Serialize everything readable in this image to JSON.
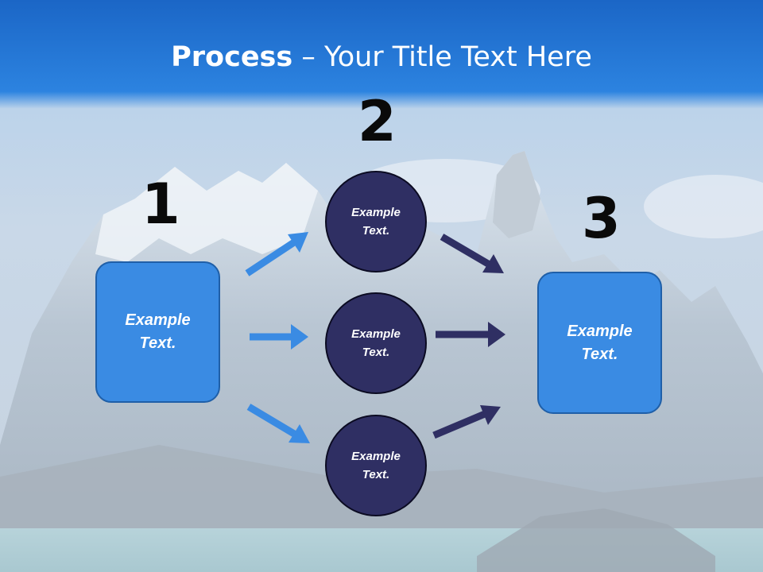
{
  "slide": {
    "title_bold": "Process",
    "title_rest": " – Your Title Text Here",
    "numbers": [
      "1",
      "2",
      "3"
    ],
    "left_box": {
      "line1": "Example",
      "line2": "Text."
    },
    "right_box": {
      "line1": "Example",
      "line2": "Text."
    },
    "circles": [
      {
        "line1": "Example",
        "line2": "Text."
      },
      {
        "line1": "Example",
        "line2": "Text."
      },
      {
        "line1": "Example",
        "line2": "Text."
      }
    ]
  },
  "colors": {
    "header_blue": "#1f73d4",
    "box_fill": "#3a8be3",
    "circle_fill": "#2f2f63",
    "arrow_light": "#3a8be3",
    "arrow_dark": "#2f2f63"
  }
}
